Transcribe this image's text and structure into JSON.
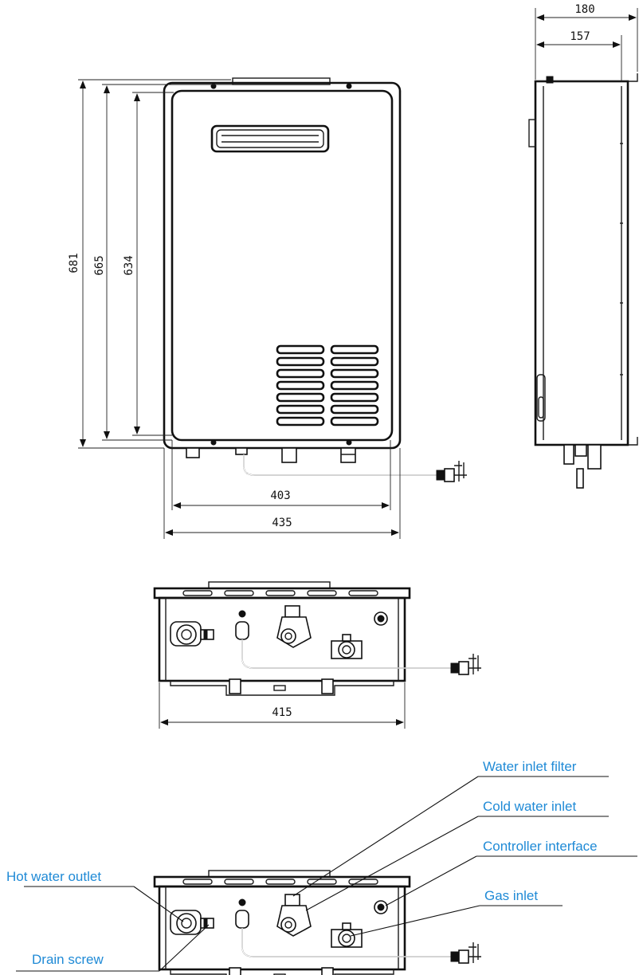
{
  "dimensions": {
    "depth_total": "180",
    "depth_inner": "157",
    "height_total": "681",
    "height_mid": "665",
    "height_inner": "634",
    "width_inner": "403",
    "width_total": "435",
    "width_bottom": "415"
  },
  "callouts": {
    "water_inlet_filter": "Water inlet filter",
    "cold_water_inlet": "Cold water inlet",
    "controller_interface": "Controller interface",
    "hot_water_outlet": "Hot water outlet",
    "gas_inlet": "Gas inlet",
    "drain_screw": "Drain screw"
  },
  "colors": {
    "callout_text": "#1f8ad6",
    "line": "#111111"
  }
}
